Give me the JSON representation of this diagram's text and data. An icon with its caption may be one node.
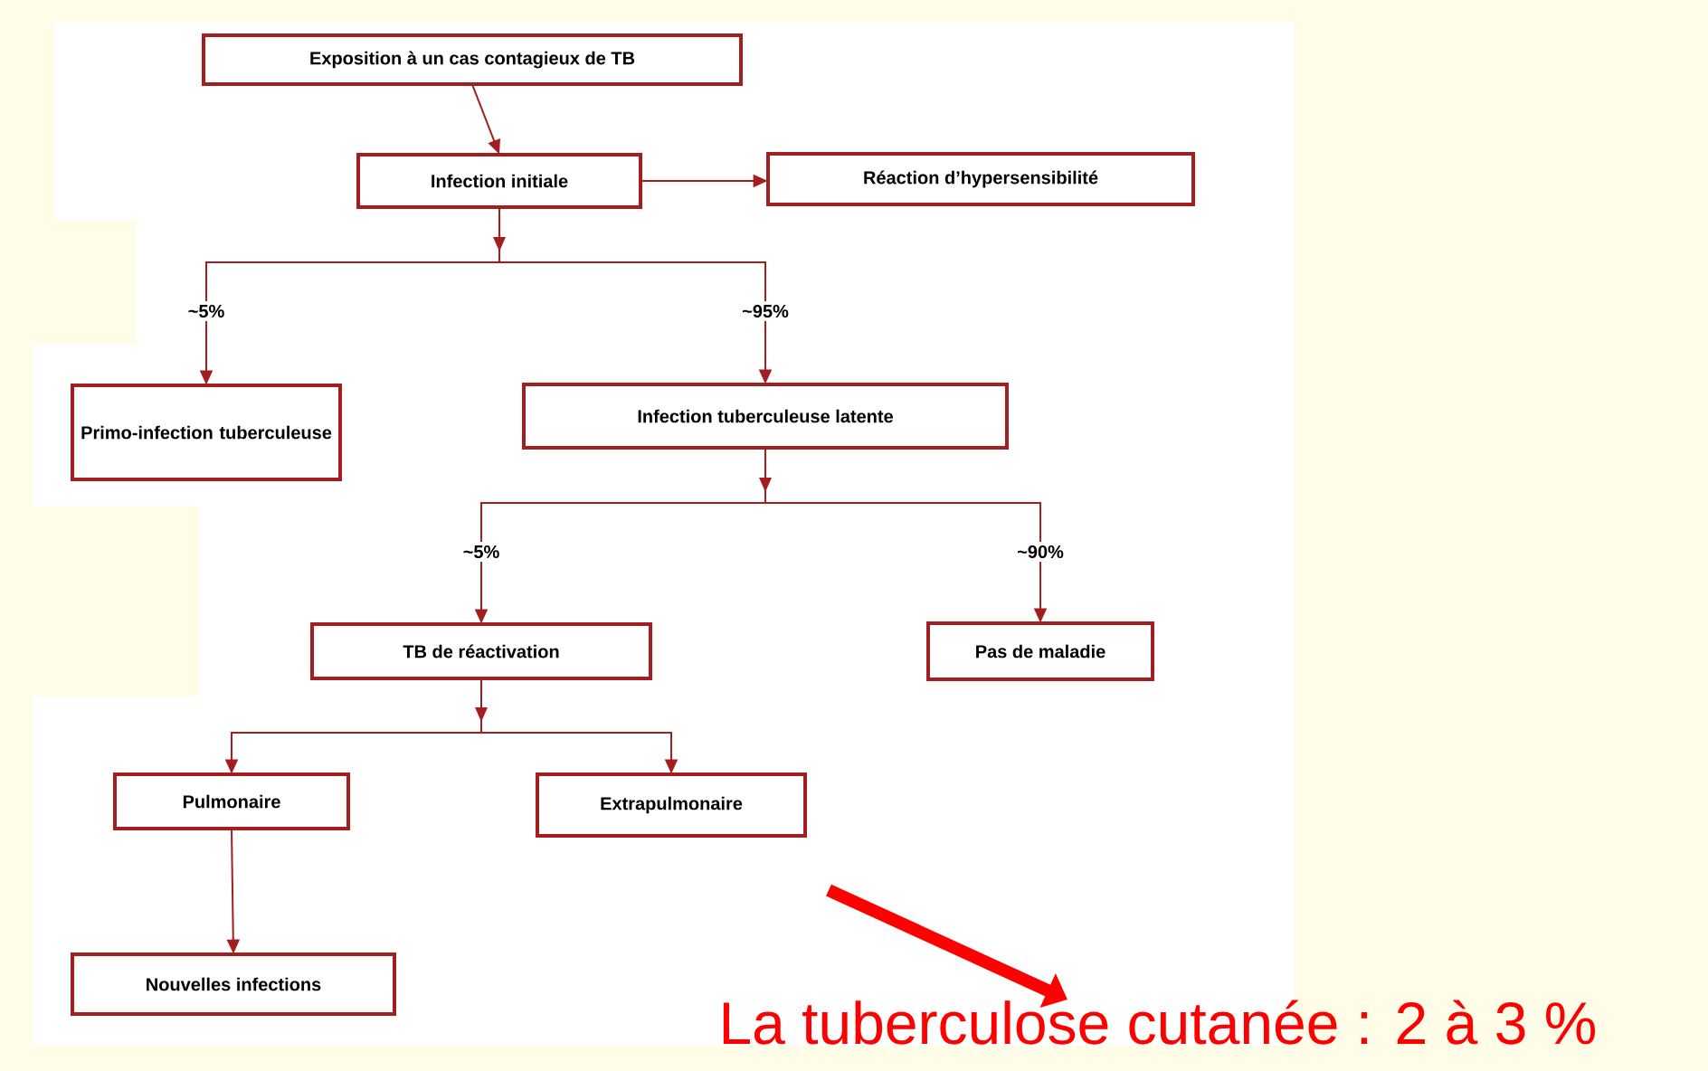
{
  "diagram": {
    "nodes": [
      {
        "text": [
          "Exposition à un cas contagieux de TB"
        ]
      },
      {
        "text": [
          "Infection initiale"
        ]
      },
      {
        "text": [
          "Réaction d’hypersensibilité"
        ]
      },
      {
        "text": [
          "Primo-infection tuberculeuse"
        ]
      },
      {
        "text": [
          "Infection tuberculeuse latente"
        ]
      },
      {
        "text": [
          "TB de réactivation"
        ]
      },
      {
        "text": [
          "Pas de maladie"
        ]
      },
      {
        "text": [
          "Pulmonaire"
        ]
      },
      {
        "text": [
          "Extrapulmonaire"
        ]
      },
      {
        "text": [
          "Nouvelles infections"
        ]
      },
      {
        "text": [
          "La tuberculose cutanée : 2 à 3 %"
        ]
      }
    ],
    "edges": [
      {
        "from": 0,
        "to": 1,
        "arrow": "to"
      },
      {
        "from": 1,
        "to": 2,
        "arrow": "to"
      },
      {
        "from": 1,
        "to": 3,
        "arrow": "to",
        "label": "~5%"
      },
      {
        "from": 1,
        "to": 4,
        "arrow": "to",
        "label": "~95%"
      },
      {
        "from": 4,
        "to": 5,
        "arrow": "to",
        "label": "~5%"
      },
      {
        "from": 4,
        "to": 6,
        "arrow": "to",
        "label": "~90%"
      },
      {
        "from": 5,
        "to": 7,
        "arrow": "to"
      },
      {
        "from": 5,
        "to": 8,
        "arrow": "to"
      },
      {
        "from": 7,
        "to": 9,
        "arrow": "to"
      },
      {
        "from": null,
        "to": 10,
        "arrow": "to",
        "style": "thick",
        "color": "#ff0000"
      }
    ]
  }
}
